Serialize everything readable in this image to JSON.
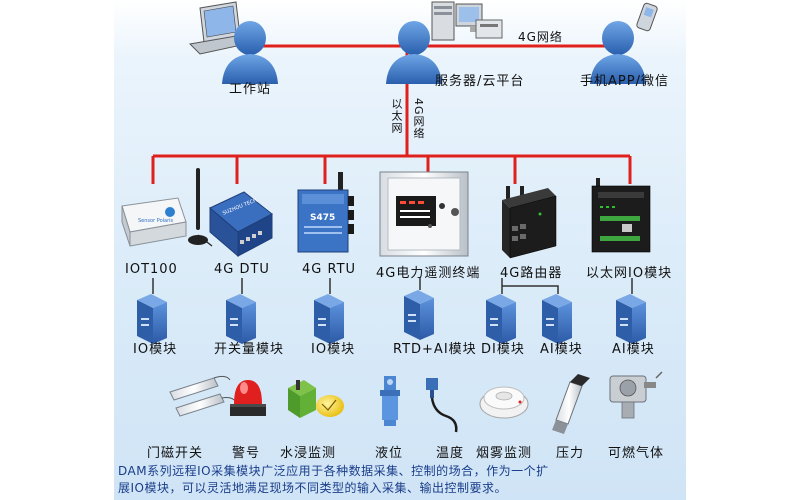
{
  "top_nodes": {
    "workstation": "工作站",
    "server": "服务器/云平台",
    "mobile": "手机APP/微信",
    "link_4g": "4G网络"
  },
  "trunk": {
    "label_ethernet": "以太网",
    "label_4g": "4G网络"
  },
  "gateways": [
    "IOT100",
    "4G DTU",
    "4G RTU",
    "4G电力遥测终端",
    "4G路由器",
    "以太网IO模块"
  ],
  "devices": {
    "iot100_text": "Sensor Polaris",
    "rtu_model": "S475",
    "dtu_brand": "SUZHOU TECH"
  },
  "modules": [
    "IO模块",
    "开关量模块",
    "IO模块",
    "RTD+AI模块",
    "DI模块",
    "AI模块",
    "AI模块"
  ],
  "sensors": [
    "门磁开关",
    "警号",
    "水浸监测",
    "液位",
    "温度",
    "烟雾监测",
    "压力",
    "可燃气体"
  ],
  "description": [
    "DAM系列远程IO采集模块广泛应用于各种数据采集、控制的场合，作为一个扩",
    "展IO模块，可以灵活地满足现场不同类型的输入采集、输出控制要求。"
  ],
  "colors": {
    "line": "#e0201c",
    "person": "#2f6fc2",
    "module": "#3d74c4",
    "text_blue": "#1a3d8a"
  }
}
